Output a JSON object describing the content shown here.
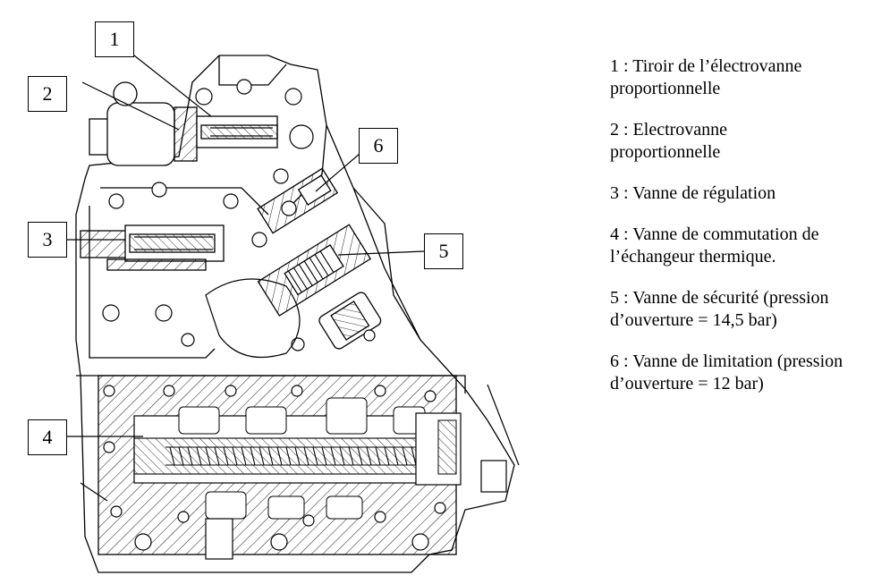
{
  "callouts": {
    "c1": "1",
    "c2": "2",
    "c3": "3",
    "c4": "4",
    "c5": "5",
    "c6": "6"
  },
  "legend": [
    {
      "text": "1 : Tiroir de l’électrovanne proportionnelle"
    },
    {
      "text": "2 : Electrovanne proportionnelle"
    },
    {
      "text": "3 : Vanne de régulation"
    },
    {
      "text": "4 : Vanne de commutation de l’échangeur thermique."
    },
    {
      "text": "5 : Vanne de sécurité (pression d’ouverture = 14,5 bar)"
    },
    {
      "text": "6 : Vanne de limitation (pression d’ouverture = 12 bar)"
    }
  ],
  "colors": {
    "line": "#000000",
    "background": "#ffffff"
  }
}
